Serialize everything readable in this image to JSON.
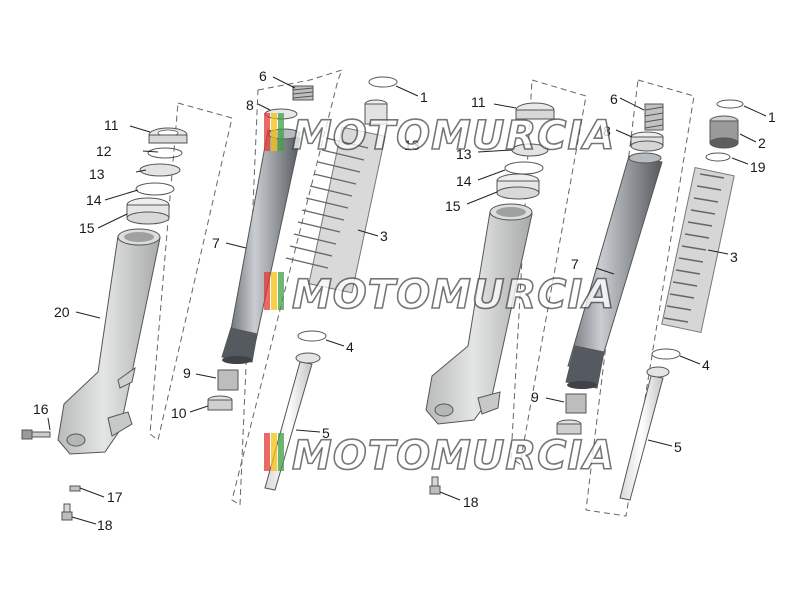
{
  "watermark": {
    "text": "MOTOMURCIA"
  },
  "left_assembly": {
    "callouts": {
      "c1": "1",
      "c3": "3",
      "c4": "4",
      "c5": "5",
      "c6": "6",
      "c7": "7",
      "c8": "8",
      "c9": "9",
      "c10": "10",
      "c11": "11",
      "c12": "12",
      "c13": "13",
      "c14": "14",
      "c15": "15",
      "c16": "16",
      "c17": "17",
      "c18": "18",
      "c20": "20",
      "c13b": "13"
    }
  },
  "right_assembly": {
    "callouts": {
      "c1": "1",
      "c2": "2",
      "c3": "3",
      "c4": "4",
      "c5": "5",
      "c6": "6",
      "c7": "7",
      "c8": "8",
      "c9": "9",
      "c11": "11",
      "c13": "13",
      "c14": "14",
      "c15": "15",
      "c18": "18",
      "c19": "19"
    }
  },
  "colors": {
    "tube_dark": "#7f8489",
    "tube_light": "#d4d6d8",
    "slider": "#cfd0d0",
    "watermark_stripes": [
      "#e53935",
      "#f4c20d",
      "#43a047"
    ]
  }
}
